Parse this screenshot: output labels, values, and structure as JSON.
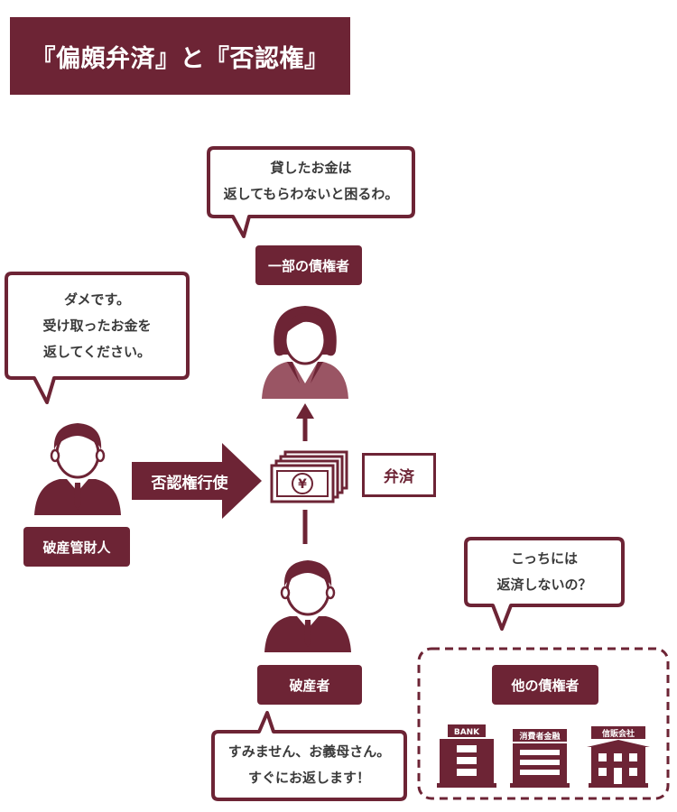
{
  "title": "『偏頗弁済』と『否認権』",
  "creditor": {
    "label": "一部の債権者",
    "speech": [
      "貸したお金は",
      "返してもらわないと困るわ。"
    ]
  },
  "trustee": {
    "label": "破産管財人",
    "speech": [
      "ダメです。",
      "受け取ったお金を",
      "返してください。"
    ]
  },
  "bankrupt": {
    "label": "破産者",
    "speech": [
      "すみません、お義母さん。",
      "すぐにお返します！"
    ]
  },
  "other_creditors": {
    "label": "他の債権者",
    "speech": [
      "こっちには",
      "返済しないの？"
    ],
    "icons": [
      {
        "name": "bank-building-icon",
        "text": "BANK"
      },
      {
        "name": "consumer-finance-building-icon",
        "text": "消費者金融"
      },
      {
        "name": "credit-company-building-icon",
        "text": "信販会社"
      }
    ]
  },
  "action_arrow_label": "否認権行使",
  "payment_label": "弁済",
  "currency_symbol": "¥",
  "colors": {
    "primary": "#6d2435",
    "light": "#9a5564",
    "text": "#3a3a3a"
  }
}
